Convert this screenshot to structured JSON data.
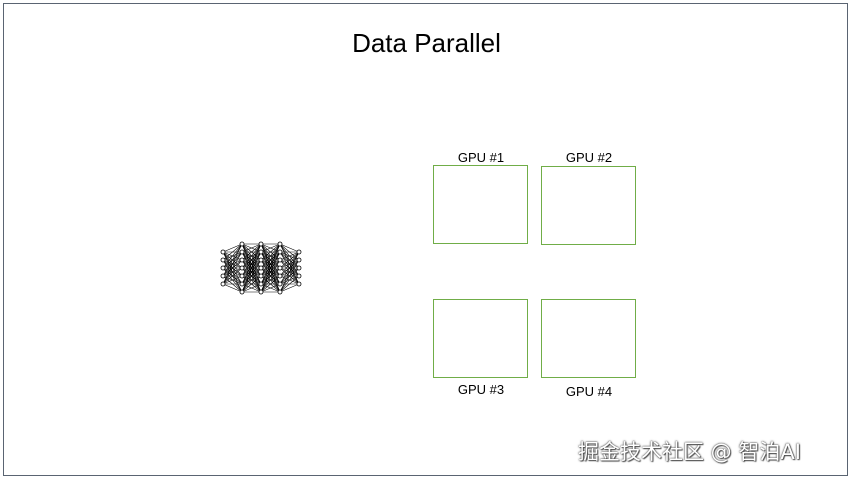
{
  "title": "Data Parallel",
  "gpus": [
    {
      "label": "GPU #1"
    },
    {
      "label": "GPU #2"
    },
    {
      "label": "GPU #3"
    },
    {
      "label": "GPU #4"
    }
  ],
  "network_icon": "neural-network-icon",
  "watermark": "掘金技术社区 @ 智泊AI",
  "colors": {
    "gpu_border": "#70ad47",
    "slide_border": "#5a6472"
  }
}
